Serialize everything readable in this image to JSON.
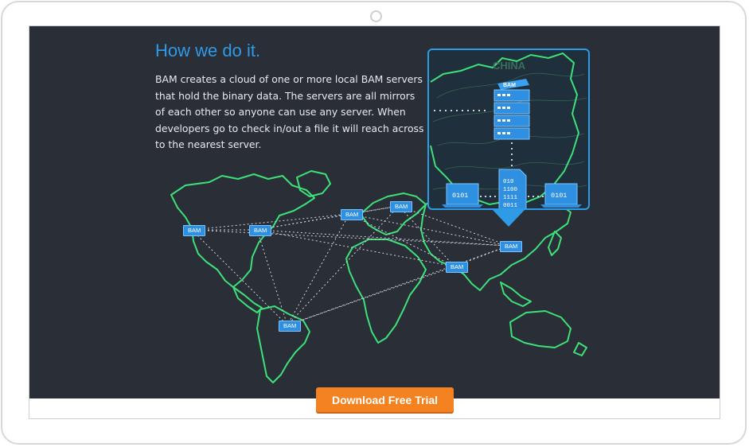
{
  "section": {
    "title": "How we do it.",
    "description": "BAM creates a cloud of one or more local BAM servers that hold the binary data. The servers are all mirrors of each other so anyone can use any server. When developers go to check in/out a file it will reach across to the nearest server."
  },
  "map": {
    "server_label": "BAM",
    "server_tags": [
      "BAM",
      "BAM",
      "BAM",
      "BAM",
      "BAM",
      "BAM",
      "BAM"
    ]
  },
  "callout": {
    "region_label": "CHINA",
    "server_label": "BAM",
    "left_laptop_code": "0101",
    "right_laptop_code": "0101",
    "file_lines": [
      "010",
      "1100",
      "1111",
      "0011"
    ]
  },
  "cta": {
    "label": "Download Free Trial"
  },
  "colors": {
    "panel_bg": "#2a2e37",
    "map_green": "#3ee07a",
    "accent_blue": "#2f9ae6",
    "cta_orange": "#f58220"
  },
  "icons": [
    "camera-icon",
    "server-rack-icon",
    "laptop-icon",
    "file-icon"
  ]
}
